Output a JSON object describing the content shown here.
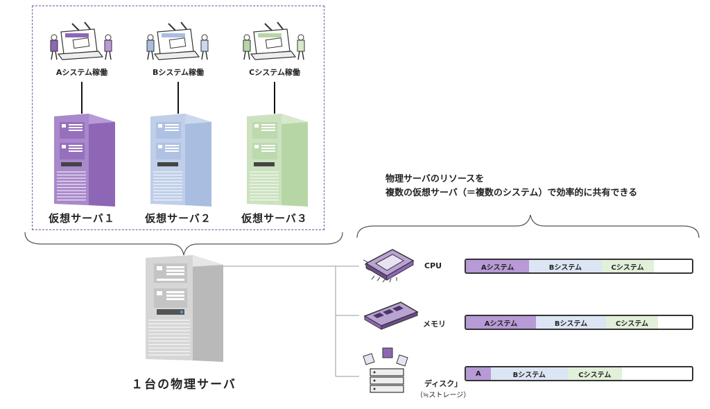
{
  "virtual_servers": [
    {
      "system_label": "Aシステム稼働",
      "name": "仮想サーバ１",
      "color": "#8e66b6",
      "light": "#b79ad6"
    },
    {
      "system_label": "Bシステム稼働",
      "name": "仮想サーバ２",
      "color": "#a8bde0",
      "light": "#cbd8ee"
    },
    {
      "system_label": "Cシステム稼働",
      "name": "仮想サーバ３",
      "color": "#b7d6a6",
      "light": "#d7e9cc"
    }
  ],
  "physical_server": {
    "name": "１台の物理サーバ"
  },
  "note": {
    "line1": "物理サーバのリソースを",
    "line2": "複数の仮想サーバ（＝複数のシステム）で効率的に共有できる"
  },
  "resources": [
    {
      "label": "CPU",
      "segments": [
        {
          "text": "Aシステム",
          "share": 0.28,
          "color": "#b79ad6"
        },
        {
          "text": "Bシステム",
          "share": 0.32,
          "color": "#dce5f4"
        },
        {
          "text": "Cシステム",
          "share": 0.23,
          "color": "#e2efd9"
        }
      ]
    },
    {
      "label": "メモリ",
      "segments": [
        {
          "text": "Aシステム",
          "share": 0.31,
          "color": "#b79ad6"
        },
        {
          "text": "Bシステム",
          "share": 0.31,
          "color": "#dce5f4"
        },
        {
          "text": "Cシステム",
          "share": 0.23,
          "color": "#e2efd9"
        }
      ]
    },
    {
      "label": "ディスク」",
      "sublabel": "（≒ストレージ）",
      "segments": [
        {
          "text": "A",
          "share": 0.11,
          "color": "#b79ad6"
        },
        {
          "text": "Bシステム",
          "share": 0.34,
          "color": "#dce5f4"
        },
        {
          "text": "Cシステム",
          "share": 0.24,
          "color": "#e2efd9"
        }
      ]
    }
  ]
}
